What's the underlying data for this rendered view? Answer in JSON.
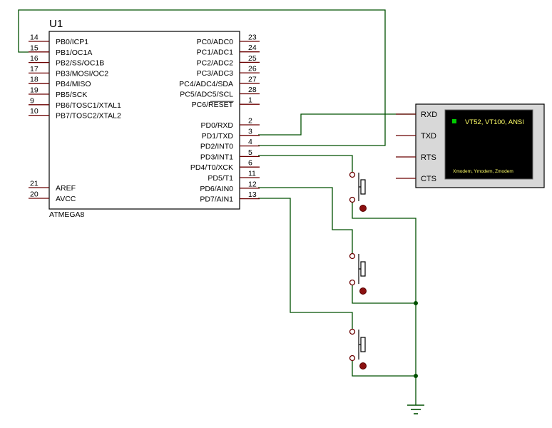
{
  "mcu": {
    "ref": "U1",
    "part": "ATMEGA8",
    "left_pins": [
      {
        "num": "14",
        "name": "PB0/ICP1"
      },
      {
        "num": "15",
        "name": "PB1/OC1A"
      },
      {
        "num": "16",
        "name": "PB2/SS/OC1B"
      },
      {
        "num": "17",
        "name": "PB3/MOSI/OC2"
      },
      {
        "num": "18",
        "name": "PB4/MISO"
      },
      {
        "num": "19",
        "name": "PB5/SCK"
      },
      {
        "num": "9",
        "name": "PB6/TOSC1/XTAL1"
      },
      {
        "num": "10",
        "name": "PB7/TOSC2/XTAL2"
      }
    ],
    "left_pins_bottom": [
      {
        "num": "21",
        "name": "AREF"
      },
      {
        "num": "20",
        "name": "AVCC"
      }
    ],
    "right_pins_top": [
      {
        "num": "23",
        "name": "PC0/ADC0"
      },
      {
        "num": "24",
        "name": "PC1/ADC1"
      },
      {
        "num": "25",
        "name": "PC2/ADC2"
      },
      {
        "num": "26",
        "name": "PC3/ADC3"
      },
      {
        "num": "27",
        "name": "PC4/ADC4/SDA"
      },
      {
        "num": "28",
        "name": "PC5/ADC5/SCL"
      },
      {
        "num": "1",
        "name": "PC6/RESET"
      }
    ],
    "right_pins_bottom": [
      {
        "num": "2",
        "name": "PD0/RXD"
      },
      {
        "num": "3",
        "name": "PD1/TXD"
      },
      {
        "num": "4",
        "name": "PD2/INT0"
      },
      {
        "num": "5",
        "name": "PD3/INT1"
      },
      {
        "num": "6",
        "name": "PD4/T0/XCK"
      },
      {
        "num": "11",
        "name": "PD5/T1"
      },
      {
        "num": "12",
        "name": "PD6/AIN0"
      },
      {
        "num": "13",
        "name": "PD7/AIN1"
      }
    ]
  },
  "terminal": {
    "pins": [
      "RXD",
      "TXD",
      "RTS",
      "CTS"
    ],
    "screen_title": "VT52, VT100, ANSI",
    "screen_footer": "Xmodem, Ymodem, Zmodem",
    "colors": {
      "screen": "#000000",
      "indicator": "#00cc00",
      "text": "#ffff66"
    }
  },
  "colors": {
    "wire": "#005000",
    "pin": "#6b0000",
    "body": "#000000"
  }
}
